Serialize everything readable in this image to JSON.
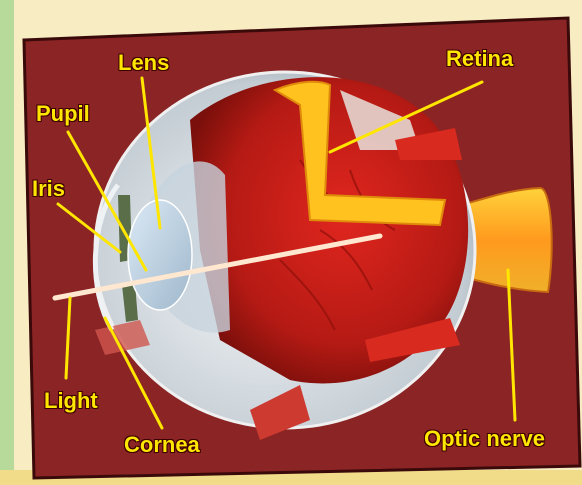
{
  "diagram": {
    "labels": {
      "lens": "Lens",
      "retina": "Retina",
      "pupil": "Pupil",
      "iris": "Iris",
      "light": "Light",
      "cornea": "Cornea",
      "optic_nerve": "Optic nerve"
    },
    "colors": {
      "label_text": "#ffe600",
      "leader_line": "#ffe600",
      "panel_background": "#8b2424",
      "outer_background": "#f7ecc2",
      "title_color": "#1aa7e0"
    }
  }
}
